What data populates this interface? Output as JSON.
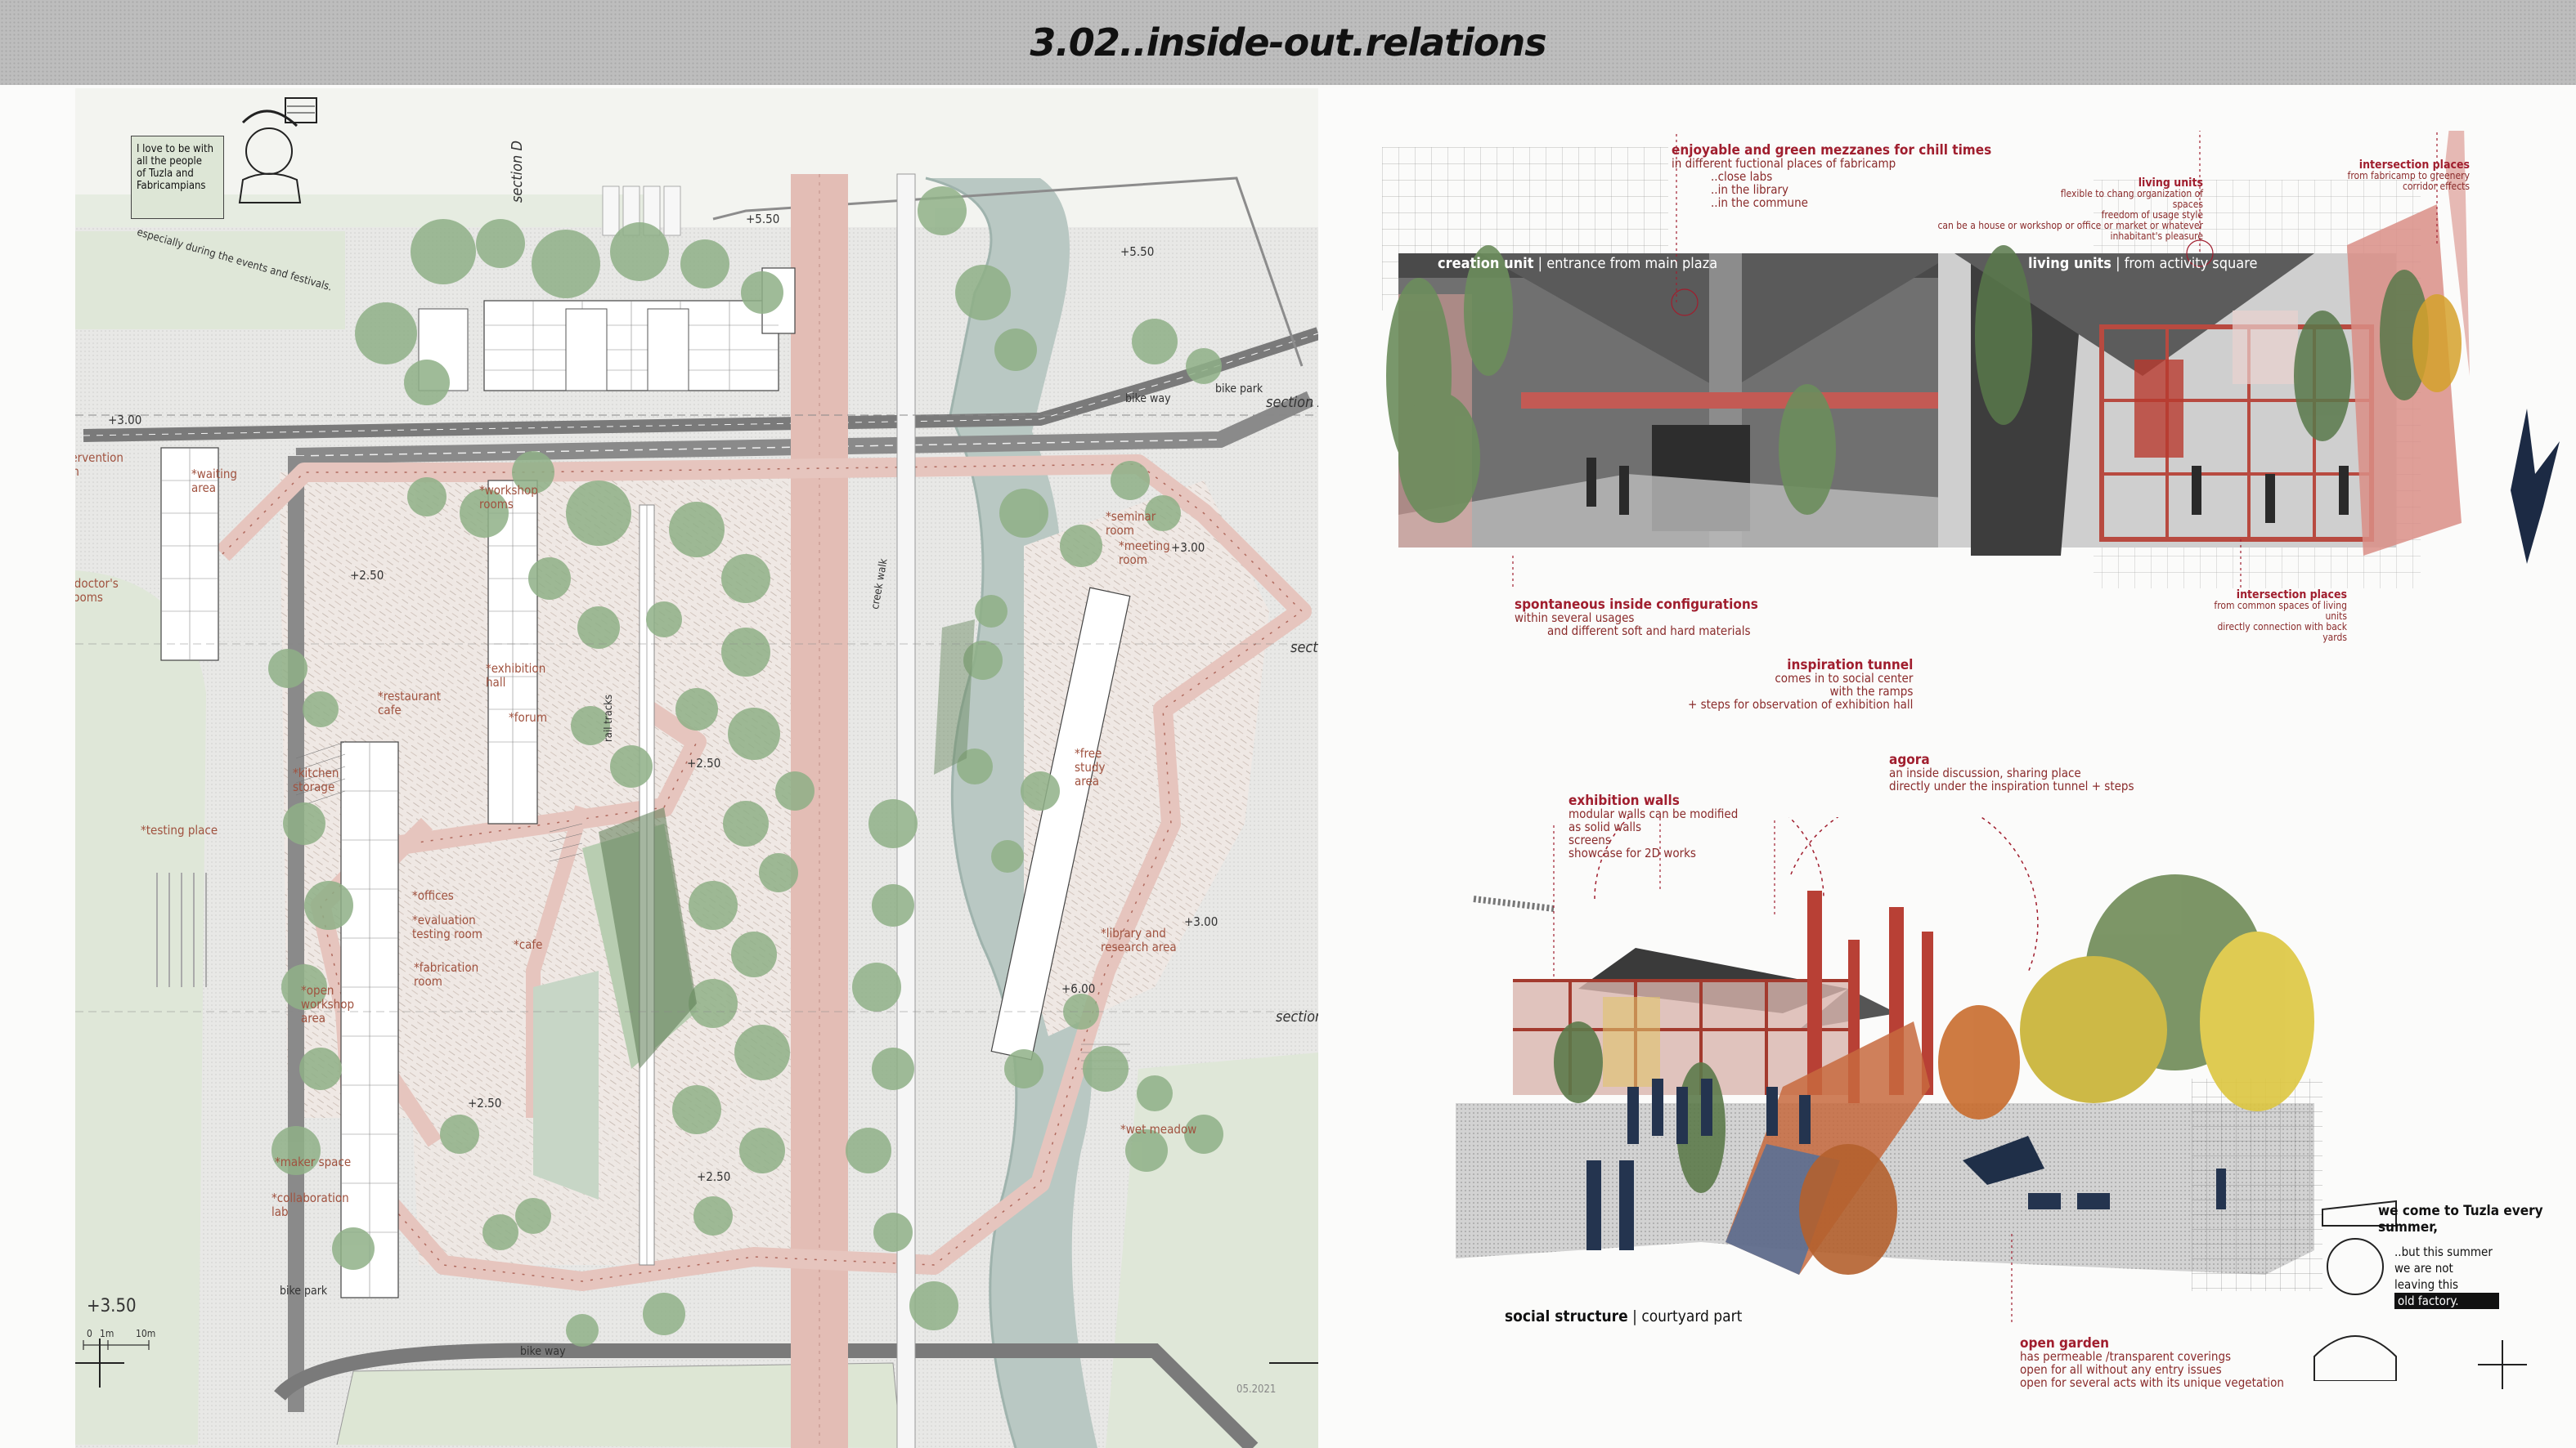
{
  "header": {
    "title": "3.02..inside-out.relations"
  },
  "plan": {
    "quote": {
      "lines": [
        "I love to be with",
        "all the people",
        "of Tuzla and",
        "Fabricampians"
      ],
      "caption": "especially during the events and festivals."
    },
    "sections": [
      "section D",
      "section A",
      "section B",
      "section C"
    ],
    "elevations": [
      "+5.50",
      "+5.50",
      "+3.00",
      "+2.50",
      "+3.00",
      "+2.50",
      "+3.00",
      "+2.50",
      "+2.50",
      "+6.00",
      "+3.50"
    ],
    "paths": [
      "bike way",
      "bike park",
      "bike park",
      "bike way",
      "creek walk",
      "rail tracks"
    ],
    "program": {
      "intervention_room": "*intervention room",
      "waiting_area": "*waiting area",
      "doctors_rooms": "*doctor's rooms",
      "workshop_rooms": "*workshop rooms",
      "exhibition_hall": "*exhibition hall",
      "forum": "*forum",
      "restaurant_cafe": "*restaurant cafe",
      "kitchen_storage": "*kitchen storage",
      "offices": "*offices",
      "evaluation_testing_room": "*evaluation testing room",
      "fabrication_room": "*fabrication room",
      "open_workshop_area": "*open workshop area",
      "cafe": "*cafe",
      "maker_space": "*maker space",
      "collaboration_lab": "*collaboration lab",
      "testing_place": "*testing place",
      "seminar_room": "*seminar room",
      "meeting_room": "*meeting room",
      "free_study_area": "*free study area",
      "library_research_area": "*library and research area",
      "wet_meadow": "*wet meadow"
    },
    "scale": [
      "0",
      "1m",
      "10m"
    ],
    "date": "05.2021"
  },
  "sections_top": {
    "creation_unit": {
      "title": "creation unit",
      "subtitle": "entrance from main plaza"
    },
    "living_units": {
      "title": "living units",
      "subtitle": "from activity square"
    },
    "mezzanines": {
      "title": "enjoyable and green mezzanes for chill times",
      "lines": [
        "in different fuctional places of fabricamp",
        "..close labs",
        "..in the library",
        "..in the commune"
      ]
    },
    "living_note": {
      "title": "living units",
      "lines": [
        "flexible to chang organization of spaces",
        "freedom of usage style",
        "can be a house or workshop or office or market or whatever inhabitant's pleasure"
      ]
    },
    "intersection_top": {
      "title": "intersection places",
      "lines": [
        "from fabricamp to greenery",
        "corridor effects"
      ]
    },
    "spontaneous": {
      "title": "spontaneous inside configurations",
      "lines": [
        "within several usages",
        "and different soft and hard materials"
      ]
    },
    "intersection_bottom": {
      "title": "intersection places",
      "lines": [
        "from common spaces of living units",
        "directly connection with back yards"
      ]
    }
  },
  "sections_bottom": {
    "inspiration": {
      "title": "inspiration tunnel",
      "lines": [
        "comes in to social center",
        "with the ramps",
        "+ steps for observation of exhibition hall"
      ]
    },
    "agora": {
      "title": "agora",
      "lines": [
        "an inside discussion, sharing place",
        "directly under the inspiration tunnel + steps"
      ]
    },
    "exhibition_walls": {
      "title": "exhibition walls",
      "lines": [
        "modular walls can be modified",
        "as solid walls",
        "screens",
        "showcase for 2D works"
      ]
    },
    "social_structure": {
      "title": "social structure",
      "subtitle": "courtyard part"
    },
    "open_garden": {
      "title": "open garden",
      "lines": [
        "has permeable /transparent coverings",
        "open for all without any entry issues",
        "open for several acts with its unique vegetation"
      ]
    },
    "quote": {
      "headline": "we come to Tuzla every summer,",
      "lines": [
        "..but this summer",
        "we are not",
        "leaving this"
      ],
      "highlight": "old factory."
    }
  },
  "colors": {
    "accent_red": "#a01e2e",
    "path_pink": "#e8c7c0",
    "tree_green": "#8fb087",
    "grass": "#dde5d6",
    "water": "#9fb3ad"
  }
}
